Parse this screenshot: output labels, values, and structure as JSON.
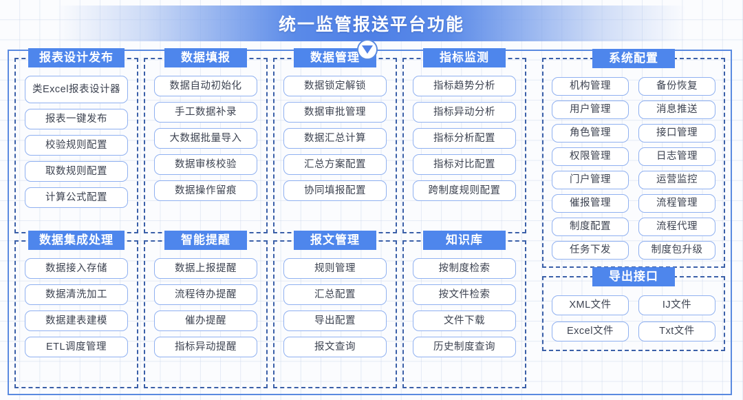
{
  "header": {
    "title": "统一监管报送平台功能",
    "connector_icon": "chevron-down-triangle-icon"
  },
  "theme": {
    "accent_blue": "#4e86ec",
    "frame_border": "#5a8ae0",
    "panel_dash": "#3a5fa8",
    "item_border": "#8fb0f0",
    "item_text": "#3c4250",
    "title_text": "#ffffff"
  },
  "panels": {
    "report_design": {
      "title": "报表设计发布",
      "items": [
        "类Excel报表设计器",
        "报表一键发布",
        "校验规则配置",
        "取数规则配置",
        "计算公式配置"
      ]
    },
    "data_entry": {
      "title": "数据填报",
      "items": [
        "数据自动初始化",
        "手工数据补录",
        "大数据批量导入",
        "数据审核校验",
        "数据操作留痕"
      ]
    },
    "data_management": {
      "title": "数据管理",
      "items": [
        "数据锁定解锁",
        "数据审批管理",
        "数据汇总计算",
        "汇总方案配置",
        "协同填报配置"
      ]
    },
    "indicator_monitor": {
      "title": "指标监测",
      "items": [
        "指标趋势分析",
        "指标异动分析",
        "指标分析配置",
        "指标对比配置",
        "跨制度规则配置"
      ]
    },
    "data_integration": {
      "title": "数据集成处理",
      "items": [
        "数据接入存储",
        "数据清洗加工",
        "数据建表建模",
        "ETL调度管理"
      ]
    },
    "smart_reminder": {
      "title": "智能提醒",
      "items": [
        "数据上报提醒",
        "流程待办提醒",
        "催办提醒",
        "指标异动提醒"
      ]
    },
    "message_management": {
      "title": "报文管理",
      "items": [
        "规则管理",
        "汇总配置",
        "导出配置",
        "报文查询"
      ]
    },
    "knowledge_base": {
      "title": "知识库",
      "items": [
        "按制度检索",
        "按文件检索",
        "文件下载",
        "历史制度查询"
      ]
    },
    "system_config": {
      "title": "系统配置",
      "items": [
        "机构管理",
        "备份恢复",
        "用户管理",
        "消息推送",
        "角色管理",
        "接口管理",
        "权限管理",
        "日志管理",
        "门户管理",
        "运营监控",
        "催报管理",
        "流程管理",
        "制度配置",
        "流程代理",
        "任务下发",
        "制度包升级"
      ]
    },
    "export_interface": {
      "title": "导出接口",
      "items": [
        "XML文件",
        "IJ文件",
        "Excel文件",
        "Txt文件"
      ]
    }
  }
}
